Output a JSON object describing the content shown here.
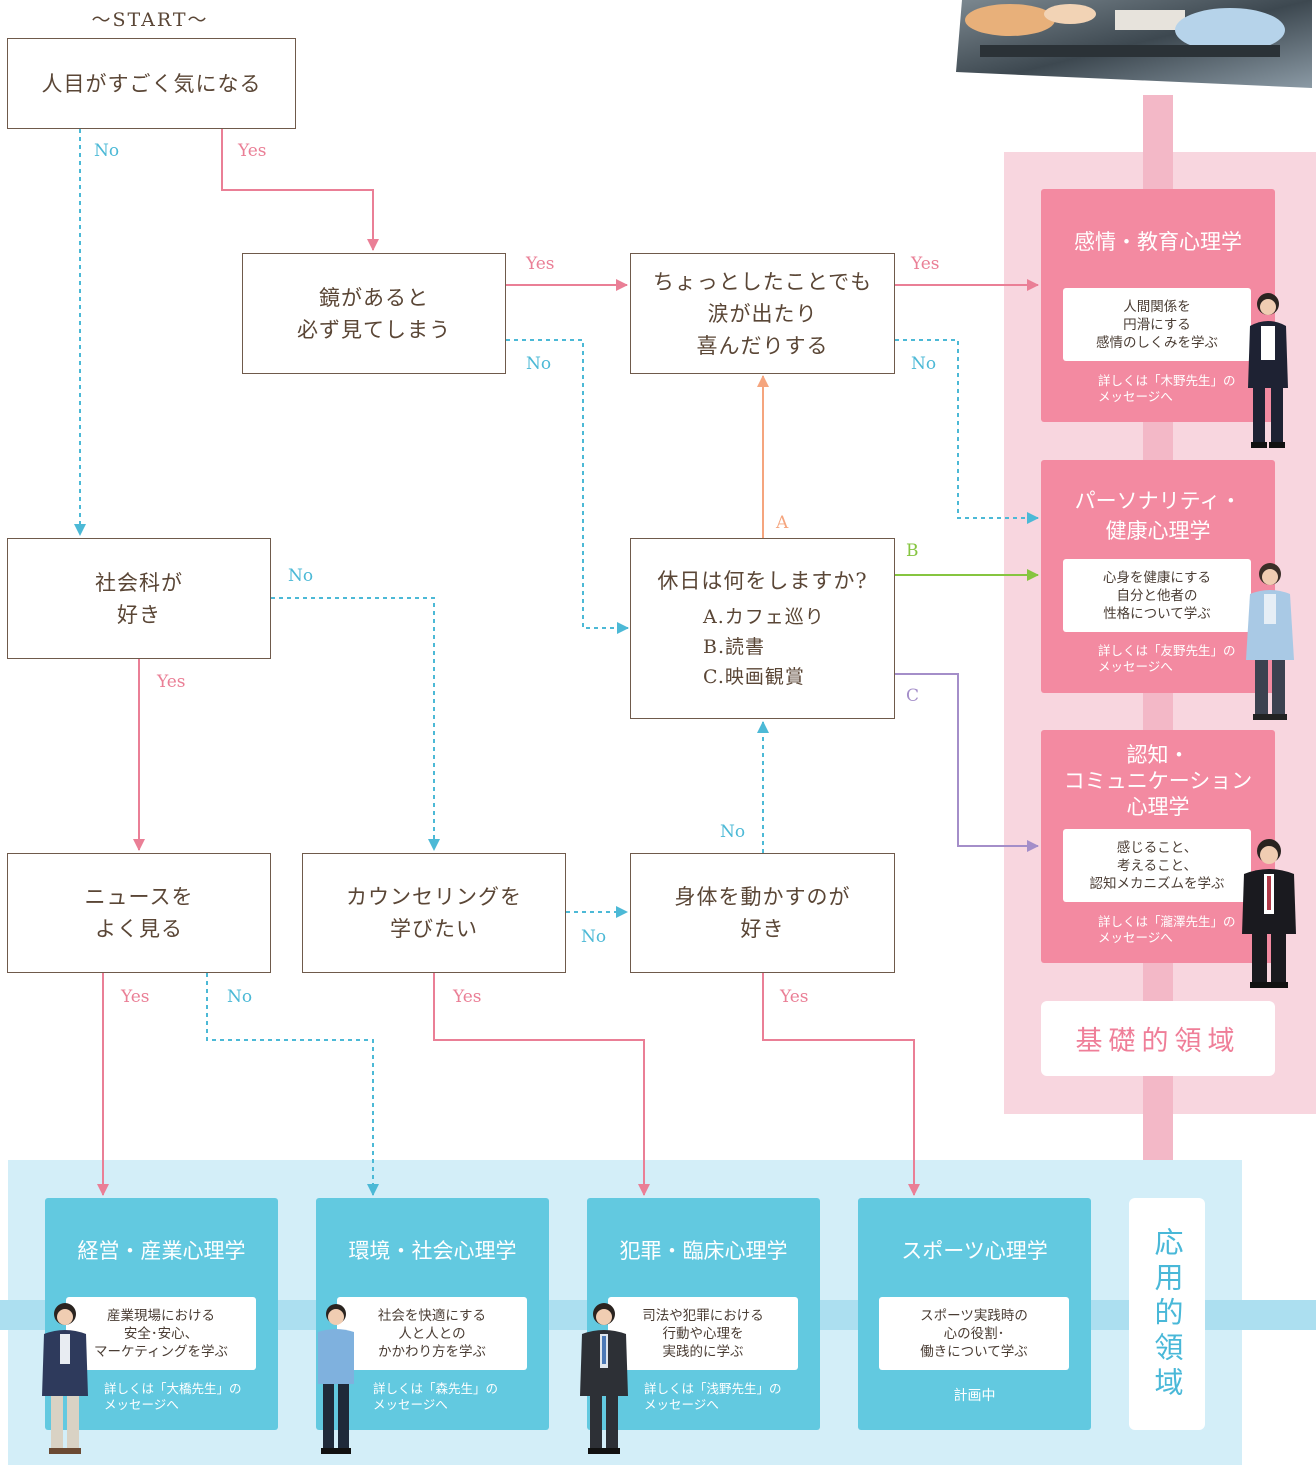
{
  "start_label": "～START～",
  "nodes": {
    "q1": [
      "人目がすごく気になる"
    ],
    "q_mirror": [
      "鏡があると",
      "必ず見てしまう"
    ],
    "q_tears": [
      "ちょっとしたことでも",
      "涙が出たり",
      "喜んだりする"
    ],
    "q_social": [
      "社会科が",
      "好き"
    ],
    "q_holiday": {
      "title": "休日は何をしますか?",
      "options": [
        "A.カフェ巡り",
        "B.読書",
        "C.映画観賞"
      ]
    },
    "q_news": [
      "ニュースを",
      "よく見る"
    ],
    "q_counsel": [
      "カウンセリングを",
      "学びたい"
    ],
    "q_body": [
      "身体を動かすのが",
      "好き"
    ]
  },
  "edge_labels": {
    "yes": "Yes",
    "no": "No",
    "a": "A",
    "b": "B",
    "c": "C"
  },
  "basic_area": {
    "label": "基礎的領域",
    "cards": [
      {
        "title": [
          "感情・教育心理学"
        ],
        "desc": [
          "人間関係を",
          "円滑にする",
          "感情のしくみを学ぶ"
        ],
        "foot": [
          "詳しくは「木野先生」の",
          "メッセージへ"
        ]
      },
      {
        "title": [
          "パーソナリティ・",
          "健康心理学"
        ],
        "desc": [
          "心身を健康にする",
          "自分と他者の",
          "性格について学ぶ"
        ],
        "foot": [
          "詳しくは「友野先生」の",
          "メッセージへ"
        ]
      },
      {
        "title": [
          "認知・",
          "コミュニケーション",
          "心理学"
        ],
        "desc": [
          "感じること、",
          "考えること、",
          "認知メカニズムを学ぶ"
        ],
        "foot": [
          "詳しくは「瀧澤先生」の",
          "メッセージへ"
        ]
      }
    ]
  },
  "applied_area": {
    "label": "応用的領域",
    "cards": [
      {
        "title": "経営・産業心理学",
        "desc": [
          "産業現場における",
          "安全･安心、",
          "マーケティングを学ぶ"
        ],
        "foot": [
          "詳しくは「大橋先生」の",
          "メッセージへ"
        ]
      },
      {
        "title": "環境・社会心理学",
        "desc": [
          "社会を快適にする",
          "人と人との",
          "かかわり方を学ぶ"
        ],
        "foot": [
          "詳しくは「森先生」の",
          "メッセージへ"
        ]
      },
      {
        "title": "犯罪・臨床心理学",
        "desc": [
          "司法や犯罪における",
          "行動や心理を",
          "実践的に学ぶ"
        ],
        "foot": [
          "詳しくは「浅野先生」の",
          "メッセージへ"
        ]
      },
      {
        "title": "スポーツ心理学",
        "desc": [
          "スポーツ実践時の",
          "心の役割･",
          "働きについて学ぶ"
        ],
        "foot": [
          "計画中"
        ]
      }
    ]
  },
  "colors": {
    "yes_line": "#ea7f96",
    "no_line": "#4cb9d6",
    "a_line": "#f5a57e",
    "b_line": "#86c540",
    "c_line": "#a48ec9",
    "pink_card": "#f38aa1",
    "blue_card": "#62c9e0",
    "pink_bg": "#f8d6df",
    "blue_bg": "#d3eef8"
  }
}
